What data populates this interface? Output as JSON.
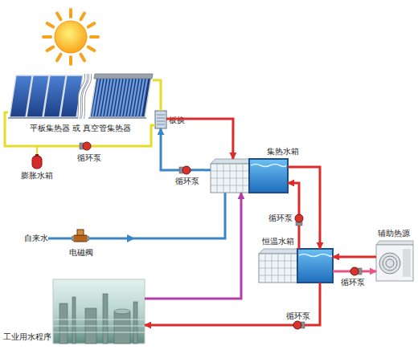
{
  "diagram": {
    "nodes": [
      {
        "text": [
          "平板集热器 或 真空管集热器"
        ]
      },
      {
        "text": [
          "板换"
        ]
      },
      {
        "text": [
          "膨胀水箱"
        ]
      },
      {
        "text": [
          "集热水箱"
        ]
      },
      {
        "text": [
          "恒温水箱"
        ]
      },
      {
        "text": [
          "辅助热源"
        ]
      },
      {
        "text": [
          "工业用水程序"
        ]
      }
    ],
    "edges": [
      {
        "from": 0,
        "to": 1,
        "arrow": "none"
      },
      {
        "from": 1,
        "to": 0,
        "arrow": "none"
      },
      {
        "from": 1,
        "to": 3,
        "arrow": "to"
      },
      {
        "from": 3,
        "to": 1,
        "arrow": "to"
      },
      {
        "from": 3,
        "to": 4,
        "arrow": "to"
      },
      {
        "from": 4,
        "to": 3,
        "arrow": "to"
      },
      {
        "from": 5,
        "to": 4,
        "arrow": "to"
      },
      {
        "from": 4,
        "to": 5,
        "arrow": "to"
      },
      {
        "from": 4,
        "to": 6,
        "arrow": "to"
      },
      {
        "from": 6,
        "to": 3,
        "arrow": "to"
      }
    ],
    "labels": [
      "循环泵",
      "循环泵",
      "循环泵",
      "自来水",
      "电磁阀",
      "循环泵",
      "循环泵"
    ]
  }
}
